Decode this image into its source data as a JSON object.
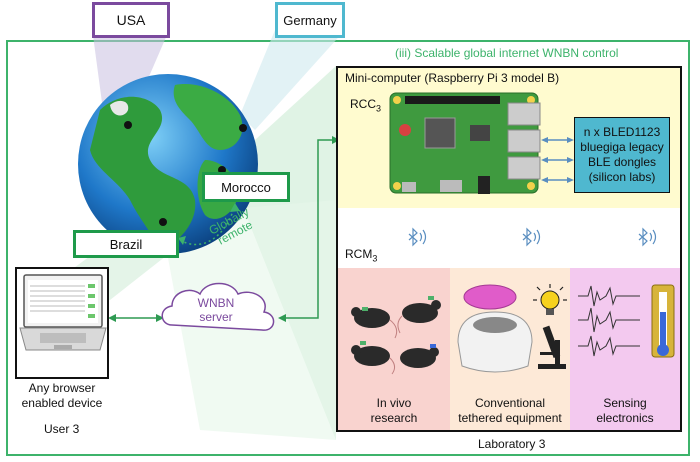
{
  "countries": {
    "usa": "USA",
    "germany": "Germany",
    "morocco": "Morocco",
    "brazil": "Brazil"
  },
  "title": "(iii) Scalable global internet WNBN control",
  "globally": {
    "line1": "Globally",
    "line2": "remote"
  },
  "server": {
    "line1": "WNBN",
    "line2": "server"
  },
  "device": {
    "line1": "Any browser",
    "line2": "enabled device"
  },
  "user": "User 3",
  "laboratory": "Laboratory 3",
  "mini": "Mini-computer (Raspberry Pi 3 model B)",
  "rcc": {
    "base": "RCC",
    "sub": "3"
  },
  "rcm": {
    "base": "RCM",
    "sub": "3"
  },
  "dongles": {
    "line1": "n x BLED1123",
    "line2": "bluegiga legacy",
    "line3": "BLE dongles",
    "line4": "(silicon labs)"
  },
  "panels": [
    {
      "line1": "In vivo",
      "line2": "research"
    },
    {
      "line1": "Conventional",
      "line2": "tethered equipment"
    },
    {
      "line1": "Sensing",
      "line2": "electronics"
    }
  ],
  "colors": {
    "green": "#3db36b",
    "dark_green": "#1e9a4a",
    "purple": "#7b4a9e",
    "teal_box": "#4fb8cf",
    "arrow_blue": "#5a8ec0",
    "rcc_bg": "#fffbcf",
    "panel1": "#f9d3cf",
    "panel2": "#fde9d7",
    "panel3": "#f3c9ef"
  },
  "icons": [
    "globe",
    "laptop",
    "cloud",
    "raspberry-pi-board",
    "bluetooth-icon",
    "mouse",
    "centrifuge",
    "lightbulb",
    "microscope",
    "waveform",
    "thermometer"
  ]
}
